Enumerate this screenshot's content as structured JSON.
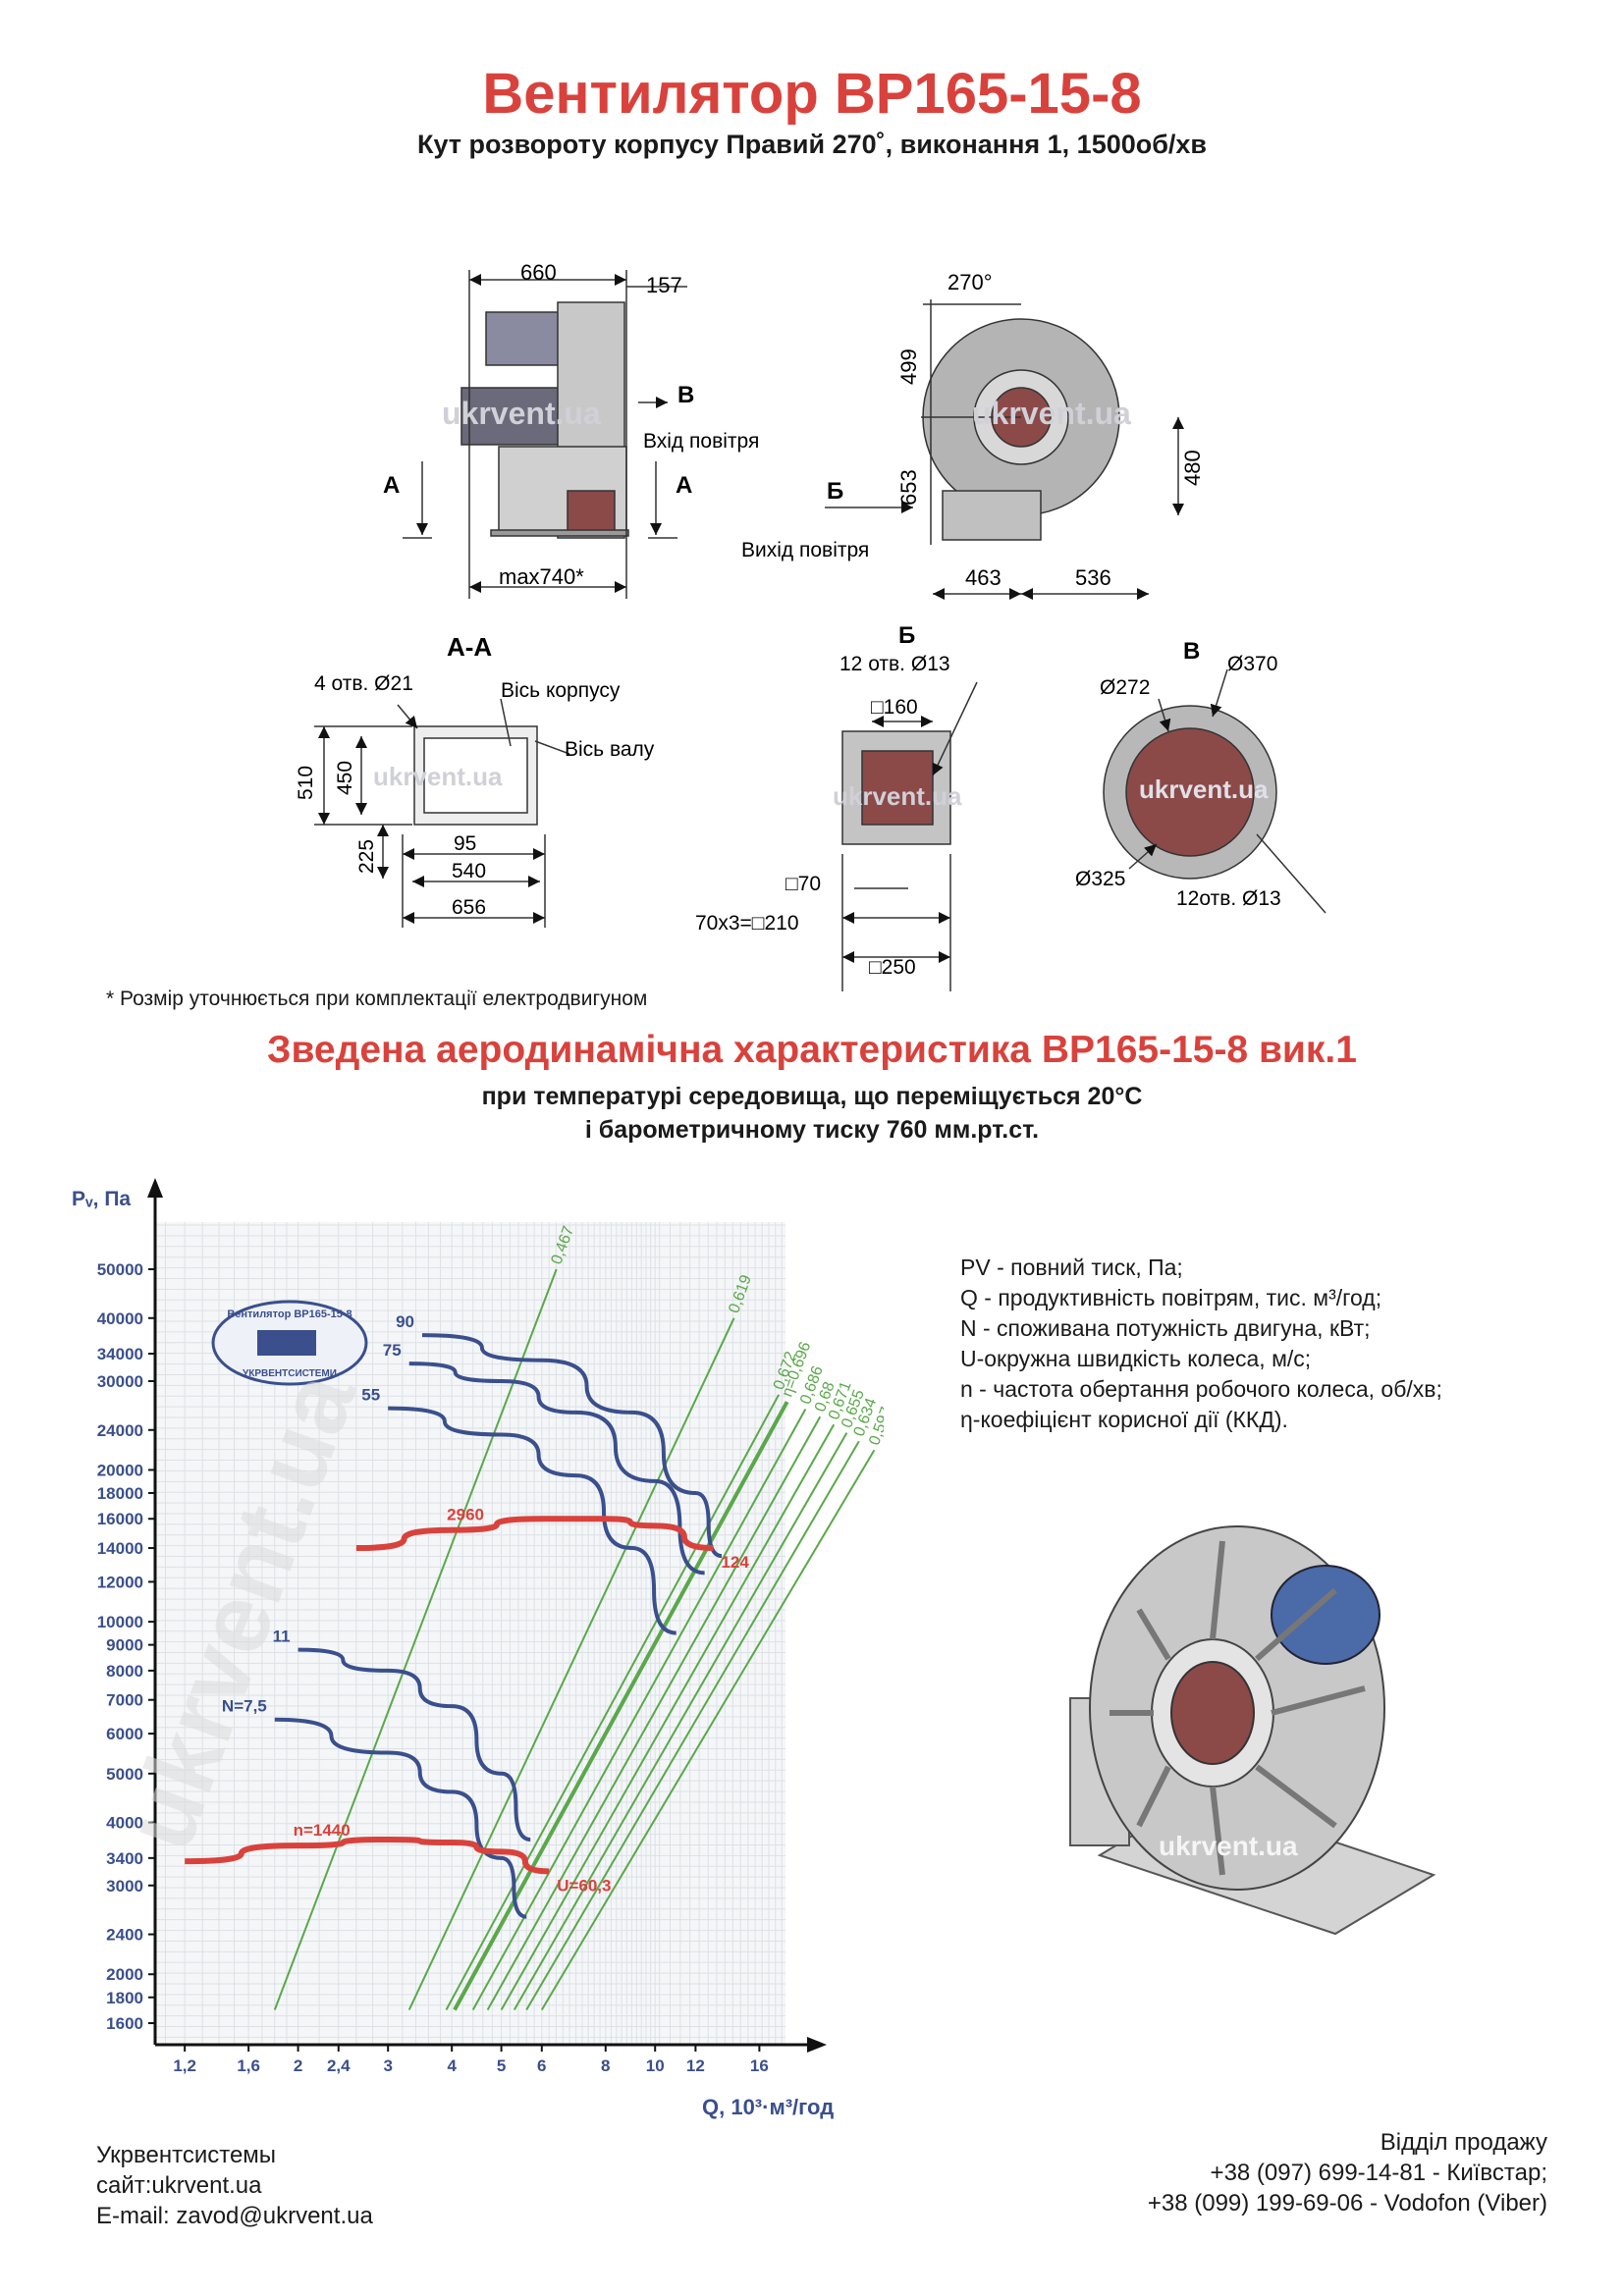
{
  "header": {
    "title": "Вентилятор ВР165-15-8",
    "subtitle": "Кут розвороту корпусу Правий 270˚, виконання 1, 1500об/хв"
  },
  "drawings": {
    "side_view": {
      "dim_width": "660",
      "dim_flange": "157",
      "label_b": "В",
      "inlet_label": "Вхід повітря",
      "section_a_left": "А",
      "section_a_right": "А",
      "dim_max": "max740*"
    },
    "front_view": {
      "angle": "270°",
      "dim_upper": "499",
      "dim_lower": "653",
      "dim_right": "480",
      "label_b": "Б",
      "outlet_label": "Вихід повітря",
      "dim_left": "463",
      "dim_right_bottom": "536"
    },
    "section_aa": {
      "title": "А-А",
      "holes": "4 отв. Ø21",
      "body_axis": "Вісь корпусу",
      "shaft_axis": "Вісь валу",
      "dim_510": "510",
      "dim_450": "450",
      "dim_225": "225",
      "dim_95": "95",
      "dim_540": "540",
      "dim_656": "656"
    },
    "outlet_flange": {
      "title": "Б",
      "holes": "12 отв.  Ø13",
      "dim_160": "□160",
      "dim_70": "□70",
      "dim_pitch": "70х3=□210",
      "dim_250": "□250"
    },
    "inlet_flange": {
      "title": "В",
      "d370": "Ø370",
      "d272": "Ø272",
      "d325": "Ø325",
      "holes": "12отв.  Ø13"
    },
    "watermark": "ukrvent.ua"
  },
  "footnote": "* Розмір уточнюється при комплектації електродвигуном",
  "aero": {
    "title": "Зведена аеродинамічна характеристика ВР165-15-8 вик.1",
    "condition1": "при температурі середовища, що переміщується 20°С",
    "condition2": "і барометричному тиску 760 мм.рт.ст."
  },
  "legend": [
    "PV - повний тиск, Па;",
    "Q - продуктивність повітрям, тис. м³/год;",
    "N - споживана потужність двигуна, кВт;",
    "U-окружна швидкість колеса, м/с;",
    "n - частота обертання робочого колеса, об/хв;",
    "η-коефіцієнт корисної дії (ККД)."
  ],
  "chart_data": {
    "type": "line",
    "xlabel": "Q, 10³·м³/год",
    "ylabel": "Pᵥ, Па",
    "x_scale": "log",
    "y_scale": "log",
    "x_ticks": [
      "1,2",
      "1,6",
      "2",
      "2,4",
      "3",
      "4",
      "5",
      "6",
      "8",
      "10",
      "12",
      "16"
    ],
    "y_ticks": [
      "1600",
      "1800",
      "2000",
      "2400",
      "3000",
      "3400",
      "4000",
      "5000",
      "6000",
      "7000",
      "8000",
      "9000",
      "10000",
      "12000",
      "14000",
      "16000",
      "18000",
      "20000",
      "24000",
      "30000",
      "34000",
      "40000",
      "50000"
    ],
    "speed_curves": [
      {
        "label": "n=1440",
        "end_label": "U=60,3",
        "points": [
          [
            1.2,
            3350
          ],
          [
            2,
            3600
          ],
          [
            3,
            3700
          ],
          [
            4,
            3650
          ],
          [
            5,
            3500
          ],
          [
            6.2,
            3200
          ]
        ]
      },
      {
        "label": "2960",
        "end_label": "124",
        "points": [
          [
            2.6,
            14000
          ],
          [
            4,
            15200
          ],
          [
            6,
            16000
          ],
          [
            8,
            16000
          ],
          [
            10,
            15500
          ],
          [
            13,
            14000
          ]
        ]
      }
    ],
    "power_curves": [
      {
        "label": "N=7,5",
        "points": [
          [
            1.8,
            6400
          ],
          [
            3,
            5500
          ],
          [
            4,
            4600
          ],
          [
            5,
            3400
          ],
          [
            5.6,
            2600
          ]
        ]
      },
      {
        "label": "11",
        "points": [
          [
            2.0,
            8800
          ],
          [
            3,
            8000
          ],
          [
            4,
            6800
          ],
          [
            5,
            5000
          ],
          [
            5.7,
            3700
          ]
        ]
      },
      {
        "label": "55",
        "points": [
          [
            3.0,
            26500
          ],
          [
            5,
            23500
          ],
          [
            7,
            19500
          ],
          [
            9,
            14000
          ],
          [
            11,
            9500
          ]
        ]
      },
      {
        "label": "75",
        "points": [
          [
            3.3,
            32500
          ],
          [
            5,
            30000
          ],
          [
            7,
            26000
          ],
          [
            10,
            19000
          ],
          [
            12.5,
            12500
          ]
        ]
      },
      {
        "label": "90",
        "points": [
          [
            3.5,
            37000
          ],
          [
            6,
            33000
          ],
          [
            9,
            26000
          ],
          [
            12,
            18000
          ],
          [
            13.5,
            13500
          ]
        ]
      }
    ],
    "efficiency_lines": [
      "0,467",
      "0,619",
      "0,672",
      "η=0,696",
      "0,686",
      "0,68",
      "0,671",
      "0,655",
      "0,634",
      "0,597"
    ],
    "logo_text": {
      "top": "Вентилятор ВР165-15-8",
      "bottom": "УКРВЕНТСИСТЕМИ"
    }
  },
  "footer": {
    "company": "Укрвентсистемы",
    "site": "сайт:ukrvent.ua",
    "email": "E-mail: zavod@ukrvent.ua",
    "sales": "Відділ продажу",
    "phone1": "+38 (097) 699-14-81 - Київстар;",
    "phone2": "+38 (099) 199-69-06 - Vodofon (Viber)"
  },
  "colors": {
    "accent_red": "#d9423c",
    "power_blue": "#3a4f8c",
    "eff_green": "#5aa84a",
    "flange_red": "#8b4a48",
    "body_grey": "#a8a8a8"
  }
}
